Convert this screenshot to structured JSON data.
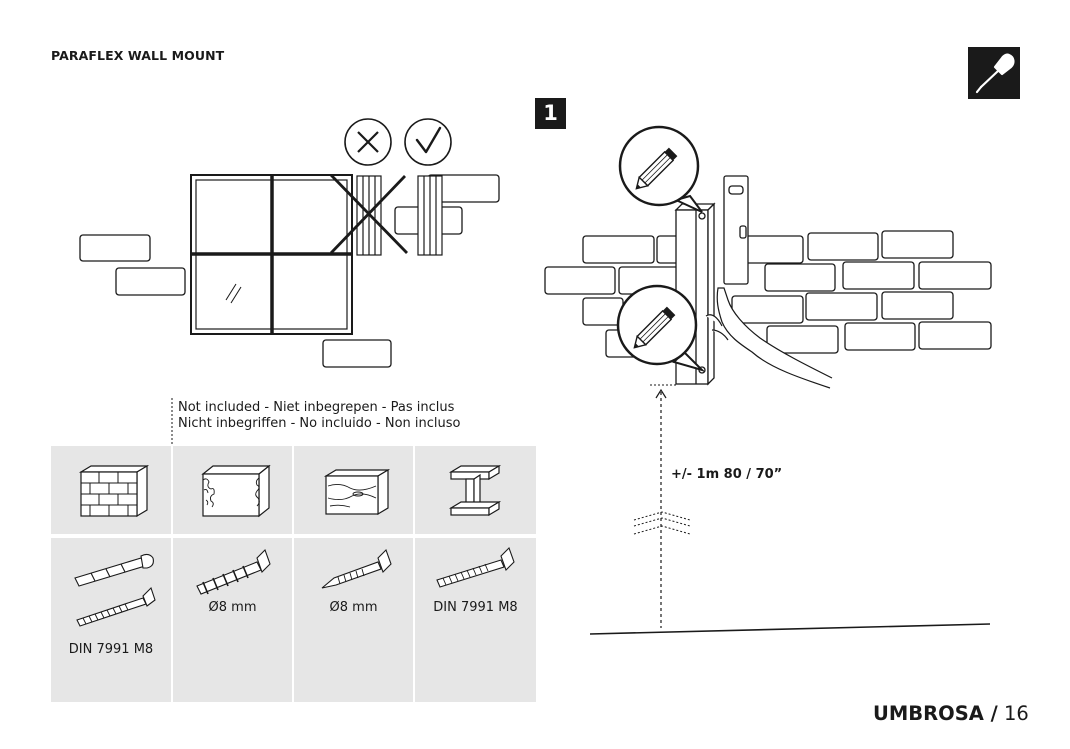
{
  "header": {
    "title": "PARAFLEX WALL MOUNT"
  },
  "icons": {
    "tool": "screwdriver-icon",
    "wrong": "cross-mark-icon",
    "right": "check-mark-icon",
    "pencil": "pencil-icon"
  },
  "step": {
    "number": "1"
  },
  "note": {
    "line1": "Not included - Niet inbegrepen - Pas inclus",
    "line2": "Nicht inbegriffen - No incluido - Non incluso"
  },
  "materials": {
    "items": [
      {
        "name": "brick-wall-icon",
        "screw_label": "DIN 7991 M8"
      },
      {
        "name": "hollow-block-icon",
        "screw_label": "Ø8 mm"
      },
      {
        "name": "wood-board-icon",
        "screw_label": "Ø8 mm"
      },
      {
        "name": "steel-beam-icon",
        "screw_label": "DIN 7991 M8"
      }
    ]
  },
  "dimension": {
    "label": "+/- 1m 80 / 70”"
  },
  "footer": {
    "brand": "UMBROSA /",
    "page": "16"
  },
  "colors": {
    "ink": "#1a1a1a",
    "panel": "#e6e6e6",
    "paper": "#ffffff"
  }
}
